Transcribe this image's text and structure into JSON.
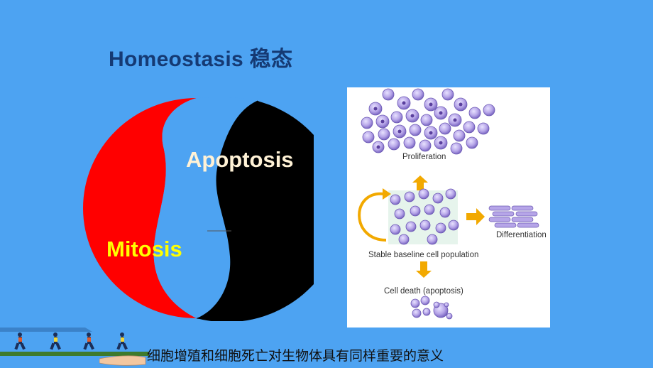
{
  "slide": {
    "title": "Homeostasis  稳态",
    "caption": "细胞增殖和细胞死亡对生物体具有同样重要的意义"
  },
  "yinyang": {
    "apoptosis_label": "Apoptosis",
    "mitosis_label": "Mitosis",
    "colors": {
      "red": "#ff0000",
      "black": "#000000",
      "background": "#4da3f2"
    }
  },
  "figure": {
    "proliferation": "Proliferation",
    "differentiation": "Differentiation",
    "stable": "Stable baseline cell population",
    "death": "Cell death (apoptosis)",
    "colors": {
      "arrow": "#f2a900",
      "cell": "#b9a8e6",
      "nucleus": "#5a3f9e"
    }
  },
  "icons": [
    "running-people-icon",
    "hand-icon",
    "arrow-icon"
  ]
}
